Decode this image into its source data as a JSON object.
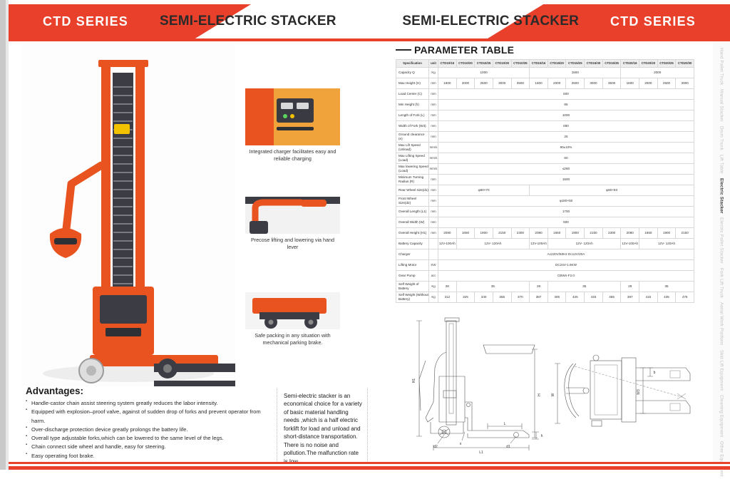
{
  "header": {
    "series_left": "CTD SERIES",
    "title_left": "SEMI-ELECTRIC STACKER",
    "title_right": "SEMI-ELECTRIC STACKER",
    "series_right": "CTD SERIES",
    "accent_color": "#e8402a"
  },
  "features": [
    {
      "caption": "Integrated charger facilitates easy and reliable charging",
      "name": "charger-photo"
    },
    {
      "caption": "Precose lifting and lowering  via hand lever",
      "name": "hand-lever-photo"
    },
    {
      "caption": "Safe packing in any situation with mechanical parking brake.",
      "name": "parking-brake-photo"
    }
  ],
  "advantages": {
    "title": "Advantages:",
    "items": [
      "Handle-castor chain assist steering system greatly reduces  the labor intensity.",
      "Equipped with explosion–proof  valve, against of sudden drop of  forks and prevent operator from harm.",
      "Over-discharge protection device greatly prolongs the  battery life.",
      "Overall type adjustable  forks,which can be lowered to the same level of the legs.",
      "Chain connect side wheel and handle, easy for steering.",
      "Easy operating foot brake."
    ]
  },
  "description": "Semi-electric stacker is an economical choice for a variety of basic material handling needs ,which is a half electric forklift for load and unload and short-distance transportation. There is  no noise and pollution.The malfunction rate is low.",
  "parameter_table": {
    "title": "PARAMETER TABLE",
    "headers": [
      "Specification",
      "unit",
      "CTD10/16",
      "CTD10/20",
      "CTD10/25",
      "CTD10/30",
      "CTD10/35",
      "CTD15/16",
      "CTD15/20",
      "CTD15/25",
      "CTD15/30",
      "CTD15/35",
      "CTD20/16",
      "CTD20/20",
      "CTD20/25",
      "CTD20/30"
    ],
    "rows": [
      {
        "label": "Capacity Q",
        "unit": "Kg",
        "cells": [
          {
            "t": "1000",
            "span": 5
          },
          {
            "t": "1500",
            "span": 5
          },
          {
            "t": "2000",
            "span": 4
          }
        ]
      },
      {
        "label": "Max Height (H)",
        "unit": "mm",
        "cells": [
          {
            "t": "1600",
            "span": 1
          },
          {
            "t": "2000",
            "span": 1
          },
          {
            "t": "2500",
            "span": 1
          },
          {
            "t": "3000",
            "span": 1
          },
          {
            "t": "3500",
            "span": 1
          },
          {
            "t": "1600",
            "span": 1
          },
          {
            "t": "2000",
            "span": 1
          },
          {
            "t": "2500",
            "span": 1
          },
          {
            "t": "3000",
            "span": 1
          },
          {
            "t": "3500",
            "span": 1
          },
          {
            "t": "1600",
            "span": 1
          },
          {
            "t": "2000",
            "span": 1
          },
          {
            "t": "2500",
            "span": 1
          },
          {
            "t": "3000",
            "span": 1
          }
        ]
      },
      {
        "label": "Load Center (C)",
        "unit": "mm",
        "cells": [
          {
            "t": "500",
            "span": 14
          }
        ]
      },
      {
        "label": "Min Height (h)",
        "unit": "mm",
        "cells": [
          {
            "t": "85",
            "span": 14
          }
        ]
      },
      {
        "label": "Length of Fork (L)",
        "unit": "mm",
        "cells": [
          {
            "t": "1000",
            "span": 14
          }
        ]
      },
      {
        "label": "Width of Fork (W3)",
        "unit": "mm",
        "cells": [
          {
            "t": "680",
            "span": 14
          }
        ]
      },
      {
        "label": "Ground clearance (e)",
        "unit": "mm",
        "cells": [
          {
            "t": "25",
            "span": 14
          }
        ]
      },
      {
        "label": "Max Lift Speed (Unload)",
        "unit": "mm/s",
        "cells": [
          {
            "t": "90±10%",
            "span": 14
          }
        ]
      },
      {
        "label": "Max Lifting Speed (Load)",
        "unit": "mm/s",
        "cells": [
          {
            "t": "60",
            "span": 14
          }
        ]
      },
      {
        "label": "Max lowering Speed (Load)",
        "unit": "mm/s",
        "cells": [
          {
            "t": "≤260",
            "span": 14
          }
        ]
      },
      {
        "label": "Minimum Turning Radius (R)",
        "unit": "mm",
        "cells": [
          {
            "t": "1500",
            "span": 14
          }
        ]
      },
      {
        "label": "Rear Wheel size(d1)",
        "unit": "mm",
        "cells": [
          {
            "t": "φ80×70",
            "span": 5
          },
          {
            "t": "φ80×93",
            "span": 9
          }
        ]
      },
      {
        "label": "Front Wheel Size(d2)",
        "unit": "mm",
        "cells": [
          {
            "t": "φ180×50",
            "span": 14
          }
        ]
      },
      {
        "label": "Overall Length (L1)",
        "unit": "mm",
        "cells": [
          {
            "t": "1700",
            "span": 14
          }
        ]
      },
      {
        "label": "Overall Width (W)",
        "unit": "mm",
        "cells": [
          {
            "t": "800",
            "span": 14
          }
        ]
      },
      {
        "label": "Overall Height (H1)",
        "unit": "mm",
        "cells": [
          {
            "t": "2080",
            "span": 1
          },
          {
            "t": "1650",
            "span": 1
          },
          {
            "t": "1900",
            "span": 1
          },
          {
            "t": "2150",
            "span": 1
          },
          {
            "t": "2300",
            "span": 1
          },
          {
            "t": "2080",
            "span": 1
          },
          {
            "t": "1650",
            "span": 1
          },
          {
            "t": "1900",
            "span": 1
          },
          {
            "t": "2150",
            "span": 1
          },
          {
            "t": "2300",
            "span": 1
          },
          {
            "t": "2080",
            "span": 1
          },
          {
            "t": "1650",
            "span": 1
          },
          {
            "t": "1900",
            "span": 1
          },
          {
            "t": "2150",
            "span": 1
          }
        ]
      },
      {
        "label": "Battery Capacity",
        "unit": "",
        "cells": [
          {
            "t": "12V-100Ah",
            "span": 1
          },
          {
            "t": "12V- 120Ah",
            "span": 4
          },
          {
            "t": "12V-100Ah",
            "span": 1
          },
          {
            "t": "12V- 120Ah",
            "span": 4
          },
          {
            "t": "12V-100Ah",
            "span": 1
          },
          {
            "t": "12V- 120Ah",
            "span": 3
          }
        ]
      },
      {
        "label": "Charger",
        "unit": "",
        "cells": [
          {
            "t": "Ac220V/50Hz    Dc12V/20A",
            "span": 14
          }
        ]
      },
      {
        "label": "Lifting Motor",
        "unit": "KW",
        "cells": [
          {
            "t": "DC24V-1.6KW",
            "span": 14
          }
        ]
      },
      {
        "label": "Gear Pump",
        "unit": "acc",
        "cells": [
          {
            "t": "CBWn-F2.0",
            "span": 14
          }
        ]
      },
      {
        "label": "Self Weight of Battery",
        "unit": "Kg",
        "cells": [
          {
            "t": "28",
            "span": 1
          },
          {
            "t": "35",
            "span": 4
          },
          {
            "t": "28",
            "span": 1
          },
          {
            "t": "35",
            "span": 4
          },
          {
            "t": "28",
            "span": 1
          },
          {
            "t": "35",
            "span": 3
          }
        ]
      },
      {
        "label": "Self Weight (Without Battery)",
        "unit": "Kg",
        "cells": [
          {
            "t": "312",
            "span": 1
          },
          {
            "t": "325",
            "span": 1
          },
          {
            "t": "340",
            "span": 1
          },
          {
            "t": "355",
            "span": 1
          },
          {
            "t": "370",
            "span": 1
          },
          {
            "t": "387",
            "span": 1
          },
          {
            "t": "405",
            "span": 1
          },
          {
            "t": "425",
            "span": 1
          },
          {
            "t": "445",
            "span": 1
          },
          {
            "t": "465",
            "span": 1
          },
          {
            "t": "397",
            "span": 1
          },
          {
            "t": "415",
            "span": 1
          },
          {
            "t": "435",
            "span": 1
          },
          {
            "t": "475",
            "span": 1
          }
        ]
      }
    ]
  },
  "drawings": {
    "side_view_labels": [
      "H1",
      "L",
      "L1",
      "d1",
      "d2",
      "h",
      "x",
      "e"
    ],
    "top_view_labels": [
      "W",
      "W3",
      "b"
    ]
  },
  "sidebar": {
    "items": [
      {
        "label": "Hand Pallet Truck",
        "active": false
      },
      {
        "label": "Manual Stacker",
        "active": false
      },
      {
        "label": "Drum Truck",
        "active": false
      },
      {
        "label": "Lift Table",
        "active": false
      },
      {
        "label": "Electric Stacker",
        "active": true
      },
      {
        "label": "Electric Pallet Stacker",
        "active": false
      },
      {
        "label": "Fork Lift Truck",
        "active": false
      },
      {
        "label": "Aerial Work Platform",
        "active": false
      },
      {
        "label": "Skid Lift Equipment",
        "active": false
      },
      {
        "label": "Cleaning Equipment",
        "active": false
      },
      {
        "label": "Other Equipment",
        "active": false
      }
    ]
  }
}
